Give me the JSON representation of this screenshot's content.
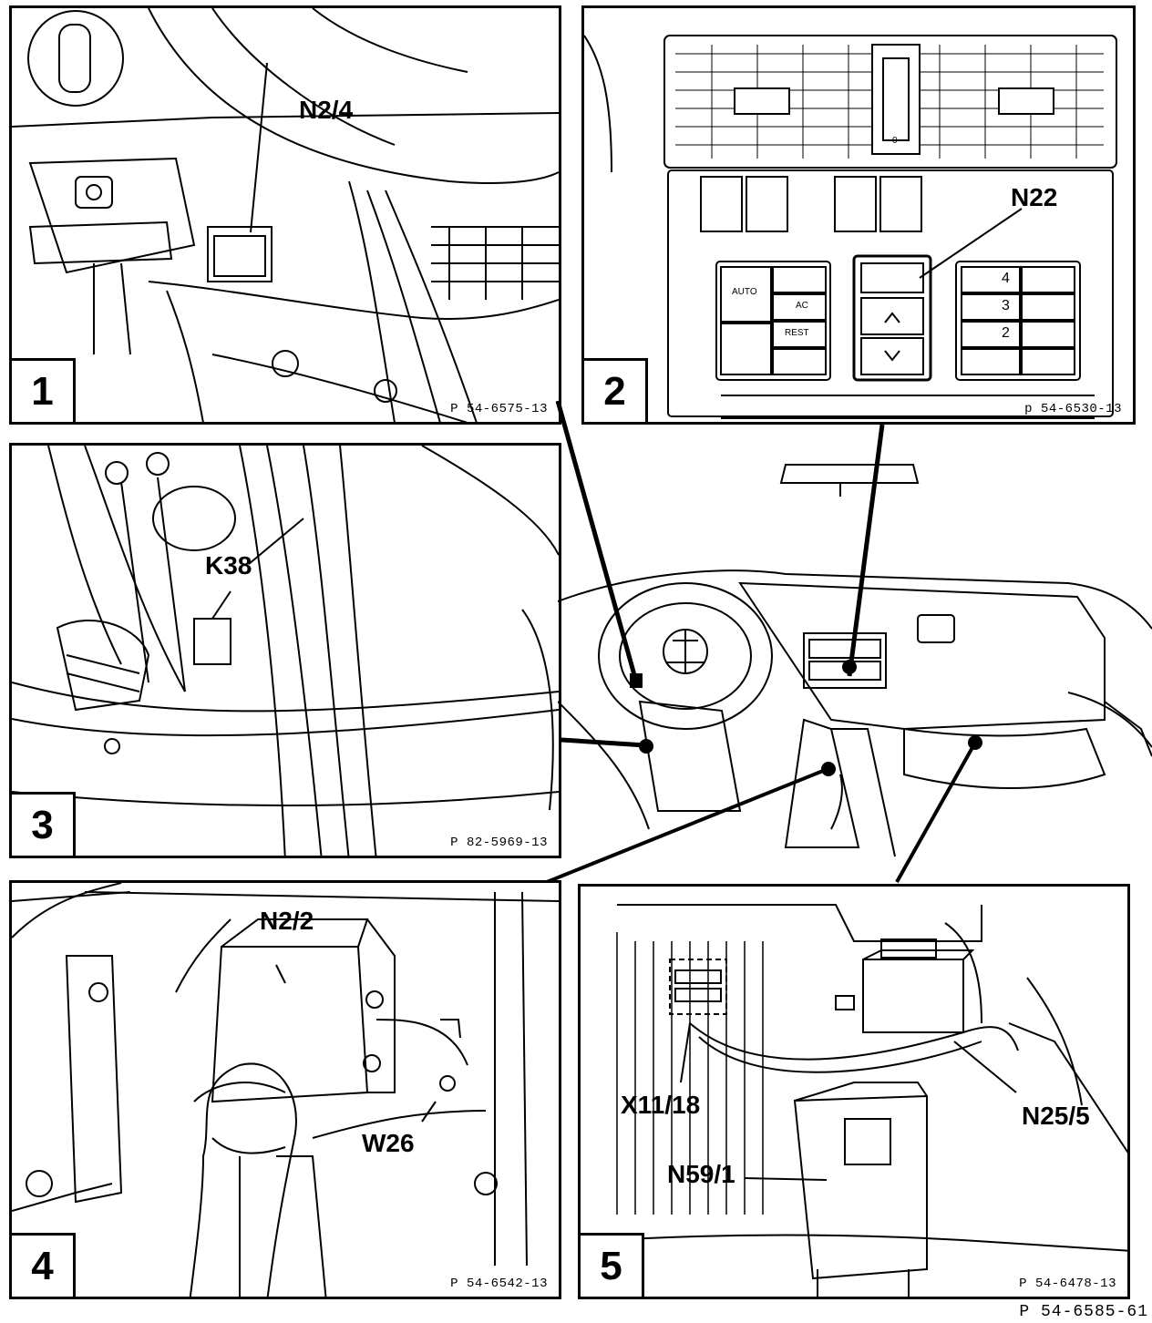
{
  "panels": {
    "p1": {
      "number": "1",
      "ref": "P 54-6575-13",
      "labels": {
        "a": "N2/4"
      }
    },
    "p2": {
      "number": "2",
      "ref": "p 54-6530-13",
      "labels": {
        "a": "N22"
      }
    },
    "p3": {
      "number": "3",
      "ref": "P 82-5969-13",
      "labels": {
        "a": "K38"
      }
    },
    "p4": {
      "number": "4",
      "ref": "P 54-6542-13",
      "labels": {
        "a": "N2/2",
        "b": "W26"
      }
    },
    "p5": {
      "number": "5",
      "ref": "P 54-6478-13",
      "labels": {
        "a": "X11/18",
        "b": "N25/5",
        "c": "N59/1"
      }
    }
  },
  "climate_panel": {
    "auto": "AUTO",
    "ac": "AC",
    "rest": "REST",
    "fan_levels": [
      "4",
      "3",
      "2"
    ],
    "vent_dial": "0"
  },
  "footer_ref": "P 54-6585-61"
}
